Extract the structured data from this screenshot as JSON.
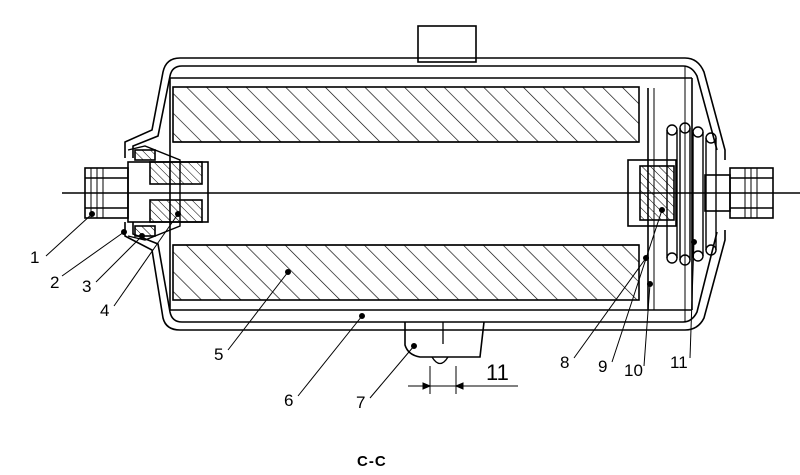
{
  "callouts": [
    {
      "id": "1",
      "text": "1"
    },
    {
      "id": "2",
      "text": "2"
    },
    {
      "id": "3",
      "text": "3"
    },
    {
      "id": "4",
      "text": "4"
    },
    {
      "id": "5",
      "text": "5"
    },
    {
      "id": "6",
      "text": "6"
    },
    {
      "id": "7",
      "text": "7"
    },
    {
      "id": "8",
      "text": "8"
    },
    {
      "id": "9",
      "text": "9"
    },
    {
      "id": "10",
      "text": "10"
    },
    {
      "id": "11",
      "text": "11"
    }
  ],
  "dimension_label": "11",
  "section_label": "C-C"
}
